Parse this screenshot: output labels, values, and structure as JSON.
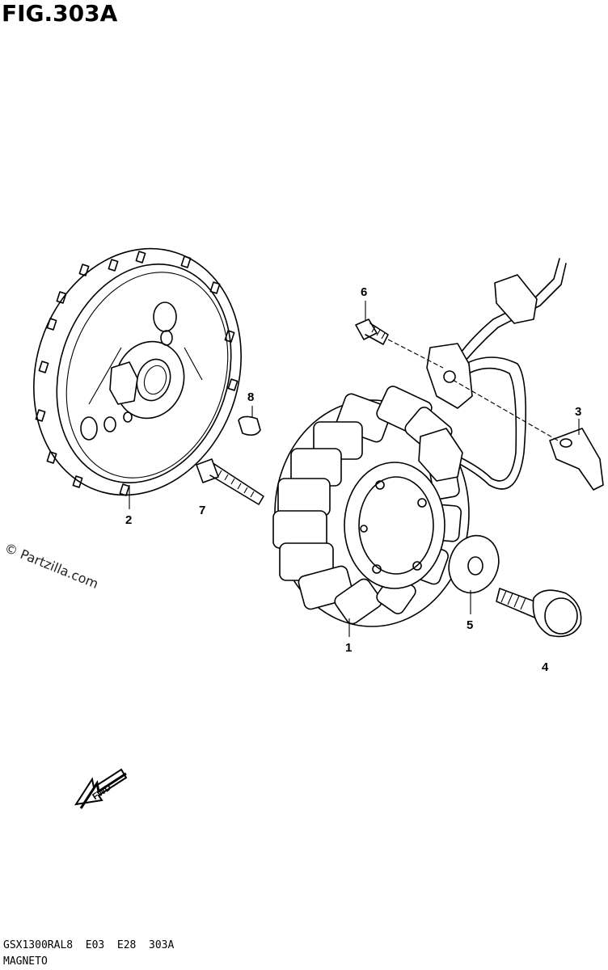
{
  "figure": {
    "title": "FIG.303A"
  },
  "callouts": [
    {
      "id": "1",
      "label": "1"
    },
    {
      "id": "2",
      "label": "2"
    },
    {
      "id": "3",
      "label": "3"
    },
    {
      "id": "4",
      "label": "4"
    },
    {
      "id": "5",
      "label": "5"
    },
    {
      "id": "6",
      "label": "6"
    },
    {
      "id": "7",
      "label": "7"
    },
    {
      "id": "8",
      "label": "8"
    }
  ],
  "direction_arrow": {
    "label": "FWD"
  },
  "watermark": {
    "text": "© Partzilla.com"
  },
  "footer": {
    "model_line": "GSX1300RAL8  E03  E28  303A",
    "section_name": "MAGNETO"
  }
}
